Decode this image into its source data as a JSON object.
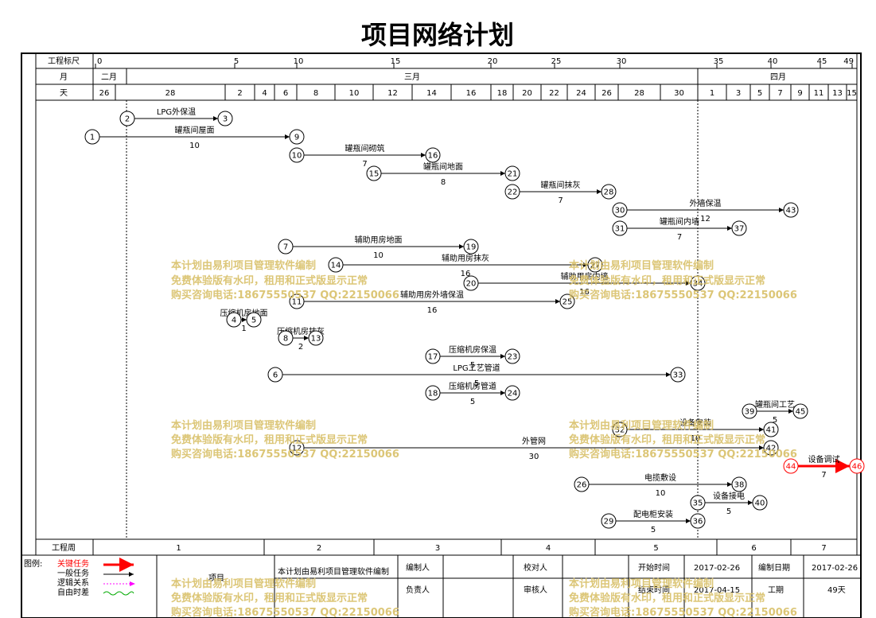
{
  "title": "项目网络计划",
  "header": {
    "scale_label": "工程标尺",
    "month_label": "月",
    "day_label": "天",
    "week_label": "工程周",
    "scale_ticks": [
      "0",
      "5",
      "10",
      "15",
      "20",
      "25",
      "30",
      "35",
      "40",
      "45",
      "49"
    ],
    "months": [
      "二月",
      "三月",
      "四月"
    ],
    "days": [
      "26",
      "28",
      "2",
      "4",
      "6",
      "8",
      "10",
      "12",
      "14",
      "16",
      "18",
      "20",
      "22",
      "24",
      "26",
      "28",
      "30",
      "1",
      "3",
      "5",
      "7",
      "9",
      "11",
      "13",
      "15"
    ],
    "weeks": [
      "1",
      "2",
      "3",
      "4",
      "5",
      "6",
      "7"
    ]
  },
  "tasks": [
    {
      "from": "2",
      "to": "3",
      "label": "LPG外保温",
      "dur": ""
    },
    {
      "from": "1",
      "to": "9",
      "label": "罐瓶间屋面",
      "dur": "10"
    },
    {
      "from": "10",
      "to": "16",
      "label": "罐瓶间砌筑",
      "dur": "7"
    },
    {
      "from": "15",
      "to": "21",
      "label": "罐瓶间地面",
      "dur": "8"
    },
    {
      "from": "22",
      "to": "28",
      "label": "罐瓶间抹灰",
      "dur": "7"
    },
    {
      "from": "30",
      "to": "43",
      "label": "外墙保温",
      "dur": "12"
    },
    {
      "from": "31",
      "to": "37",
      "label": "罐瓶间内墙",
      "dur": "7"
    },
    {
      "from": "7",
      "to": "19",
      "label": "辅助用房地面",
      "dur": "10"
    },
    {
      "from": "14",
      "to": "27",
      "label": "辅助用房抹灰",
      "dur": "16"
    },
    {
      "from": "20",
      "to": "34",
      "label": "辅助用房内墙",
      "dur": "16"
    },
    {
      "from": "11",
      "to": "25",
      "label": "辅助用房外墙保温",
      "dur": "16"
    },
    {
      "from": "4",
      "to": "5",
      "label": "压缩机房地面",
      "dur": "1"
    },
    {
      "from": "8",
      "to": "13",
      "label": "压缩机房抹灰",
      "dur": "2"
    },
    {
      "from": "17",
      "to": "23",
      "label": "压缩机房保温",
      "dur": "5"
    },
    {
      "from": "6",
      "to": "33",
      "label": "LPG工艺管道",
      "dur": "5"
    },
    {
      "from": "18",
      "to": "24",
      "label": "压缩机房管道",
      "dur": "5"
    },
    {
      "from": "39",
      "to": "45",
      "label": "罐瓶间工艺",
      "dur": "5"
    },
    {
      "from": "32",
      "to": "41",
      "label": "设备安装",
      "dur": "10"
    },
    {
      "from": "12",
      "to": "42",
      "label": "外管网",
      "dur": "30"
    },
    {
      "from": "44",
      "to": "46",
      "label": "设备调试",
      "dur": "7",
      "critical": true
    },
    {
      "from": "26",
      "to": "38",
      "label": "电揽敷设",
      "dur": "10"
    },
    {
      "from": "35",
      "to": "40",
      "label": "设备接电",
      "dur": "5"
    },
    {
      "from": "29",
      "to": "36",
      "label": "配电柜安装",
      "dur": "5"
    }
  ],
  "watermark": {
    "line1": "本计划由易利项目管理软件编制",
    "line2": "免费体验版有水印，租用和正式版显示正常",
    "line3": "购买咨询电话:18675550537 QQ:22150066"
  },
  "legend": {
    "title": "图例:",
    "critical": "关键任务",
    "normal": "一般任务",
    "logic": "逻辑关系",
    "float": "自由时差",
    "critical_color": "#ff0000",
    "normal_color": "#000000",
    "logic_color": "#ff00ff",
    "float_color": "#00aa00"
  },
  "footer": {
    "project_label": "项目",
    "project_value": "本计划由易利项目管理软件编制",
    "editor_label": "编制人",
    "owner_label": "负责人",
    "checker_label": "校对人",
    "reviewer_label": "审核人",
    "start_label": "开始时间",
    "start_value": "2017-02-26",
    "end_label": "结束时间",
    "end_value": "2017-04-15",
    "date_label": "编制日期",
    "date_value": "2017-02-26",
    "duration_label": "工期",
    "duration_value": "49天"
  }
}
